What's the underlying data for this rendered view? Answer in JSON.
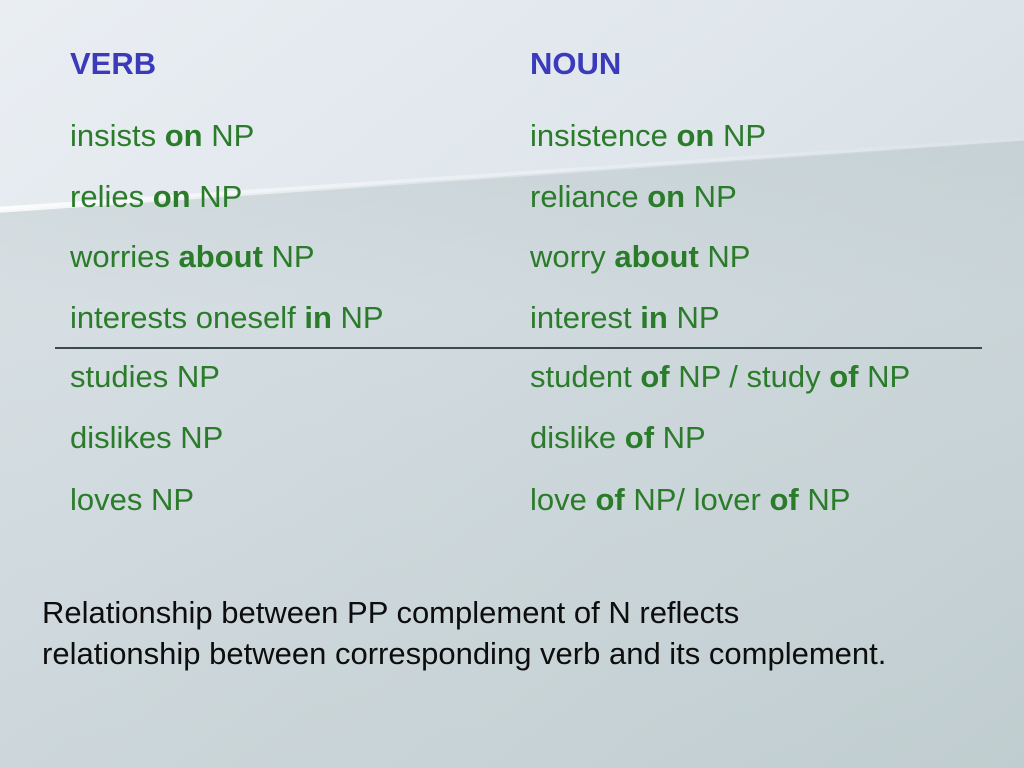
{
  "table": {
    "verb_header": "VERB",
    "noun_header": "NOUN",
    "rows_top": [
      {
        "verb": [
          {
            "t": "insists ",
            "b": false
          },
          {
            "t": "on",
            "b": true
          },
          {
            "t": " NP",
            "b": false
          }
        ],
        "noun": [
          {
            "t": "insistence ",
            "b": false
          },
          {
            "t": "on",
            "b": true
          },
          {
            "t": " NP",
            "b": false
          }
        ]
      },
      {
        "verb": [
          {
            "t": "relies ",
            "b": false
          },
          {
            "t": "on",
            "b": true
          },
          {
            "t": " NP",
            "b": false
          }
        ],
        "noun": [
          {
            "t": "reliance ",
            "b": false
          },
          {
            "t": "on",
            "b": true
          },
          {
            "t": " NP",
            "b": false
          }
        ]
      },
      {
        "verb": [
          {
            "t": "worries ",
            "b": false
          },
          {
            "t": "about",
            "b": true
          },
          {
            "t": " NP",
            "b": false
          }
        ],
        "noun": [
          {
            "t": "worry ",
            "b": false
          },
          {
            "t": "about",
            "b": true
          },
          {
            "t": " NP",
            "b": false
          }
        ]
      },
      {
        "verb": [
          {
            "t": "interests oneself ",
            "b": false
          },
          {
            "t": "in",
            "b": true
          },
          {
            "t": " NP",
            "b": false
          }
        ],
        "noun": [
          {
            "t": "interest ",
            "b": false
          },
          {
            "t": "in",
            "b": true
          },
          {
            "t": " NP",
            "b": false
          }
        ]
      }
    ],
    "rows_bottom": [
      {
        "verb": [
          {
            "t": "studies NP",
            "b": false
          }
        ],
        "noun": [
          {
            "t": "student ",
            "b": false
          },
          {
            "t": "of",
            "b": true
          },
          {
            "t": " NP / study ",
            "b": false
          },
          {
            "t": "of",
            "b": true
          },
          {
            "t": " NP",
            "b": false
          }
        ]
      },
      {
        "verb": [
          {
            "t": "dislikes NP",
            "b": false
          }
        ],
        "noun": [
          {
            "t": "dislike ",
            "b": false
          },
          {
            "t": "of",
            "b": true
          },
          {
            "t": " NP",
            "b": false
          }
        ]
      },
      {
        "verb": [
          {
            "t": "loves NP",
            "b": false
          }
        ],
        "noun": [
          {
            "t": "love ",
            "b": false
          },
          {
            "t": "of",
            "b": true
          },
          {
            "t": " NP/ lover ",
            "b": false
          },
          {
            "t": "of",
            "b": true
          },
          {
            "t": " NP",
            "b": false
          }
        ]
      }
    ]
  },
  "caption": {
    "lines": [
      "Relationship between PP complement of N reflects",
      "relationship between corresponding verb and its complement."
    ]
  },
  "colors": {
    "header_blue": "#3a3abb",
    "text_green": "#2a7b2a",
    "divider": "#3c4a50",
    "caption_black": "#0d0d0d",
    "bg_top": "#eaeef3",
    "bg_bottom": "#ccd7db"
  }
}
